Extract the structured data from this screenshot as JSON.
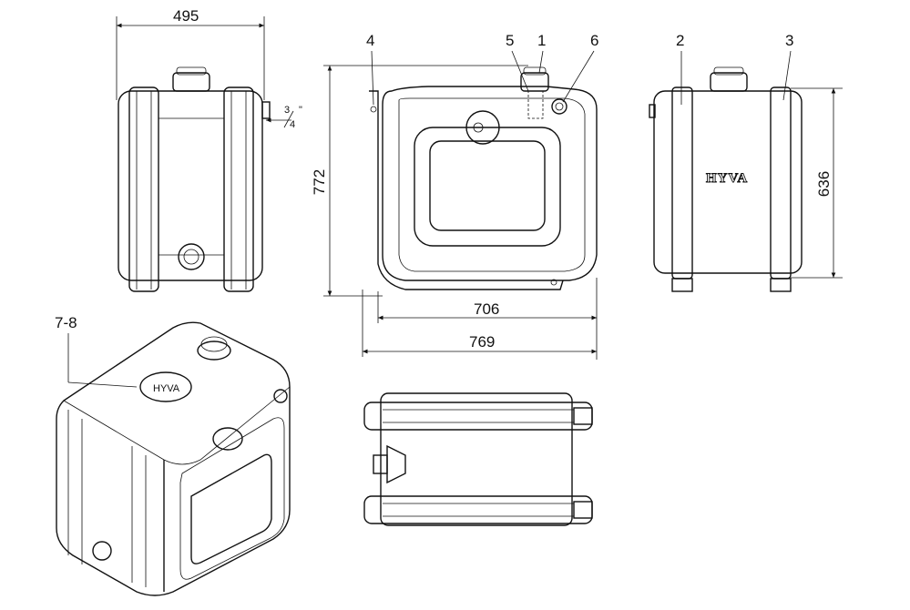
{
  "dimensions": {
    "width_side": "495",
    "height_overall": "772",
    "width_body": "706",
    "width_overall": "769",
    "height_body": "636",
    "port_size_num": "3",
    "port_size_den": "4",
    "port_size_unit": "\""
  },
  "callouts": {
    "c1": "1",
    "c2": "2",
    "c3": "3",
    "c4": "4",
    "c5": "5",
    "c6": "6",
    "c78": "7-8"
  },
  "logo": "HYVA"
}
